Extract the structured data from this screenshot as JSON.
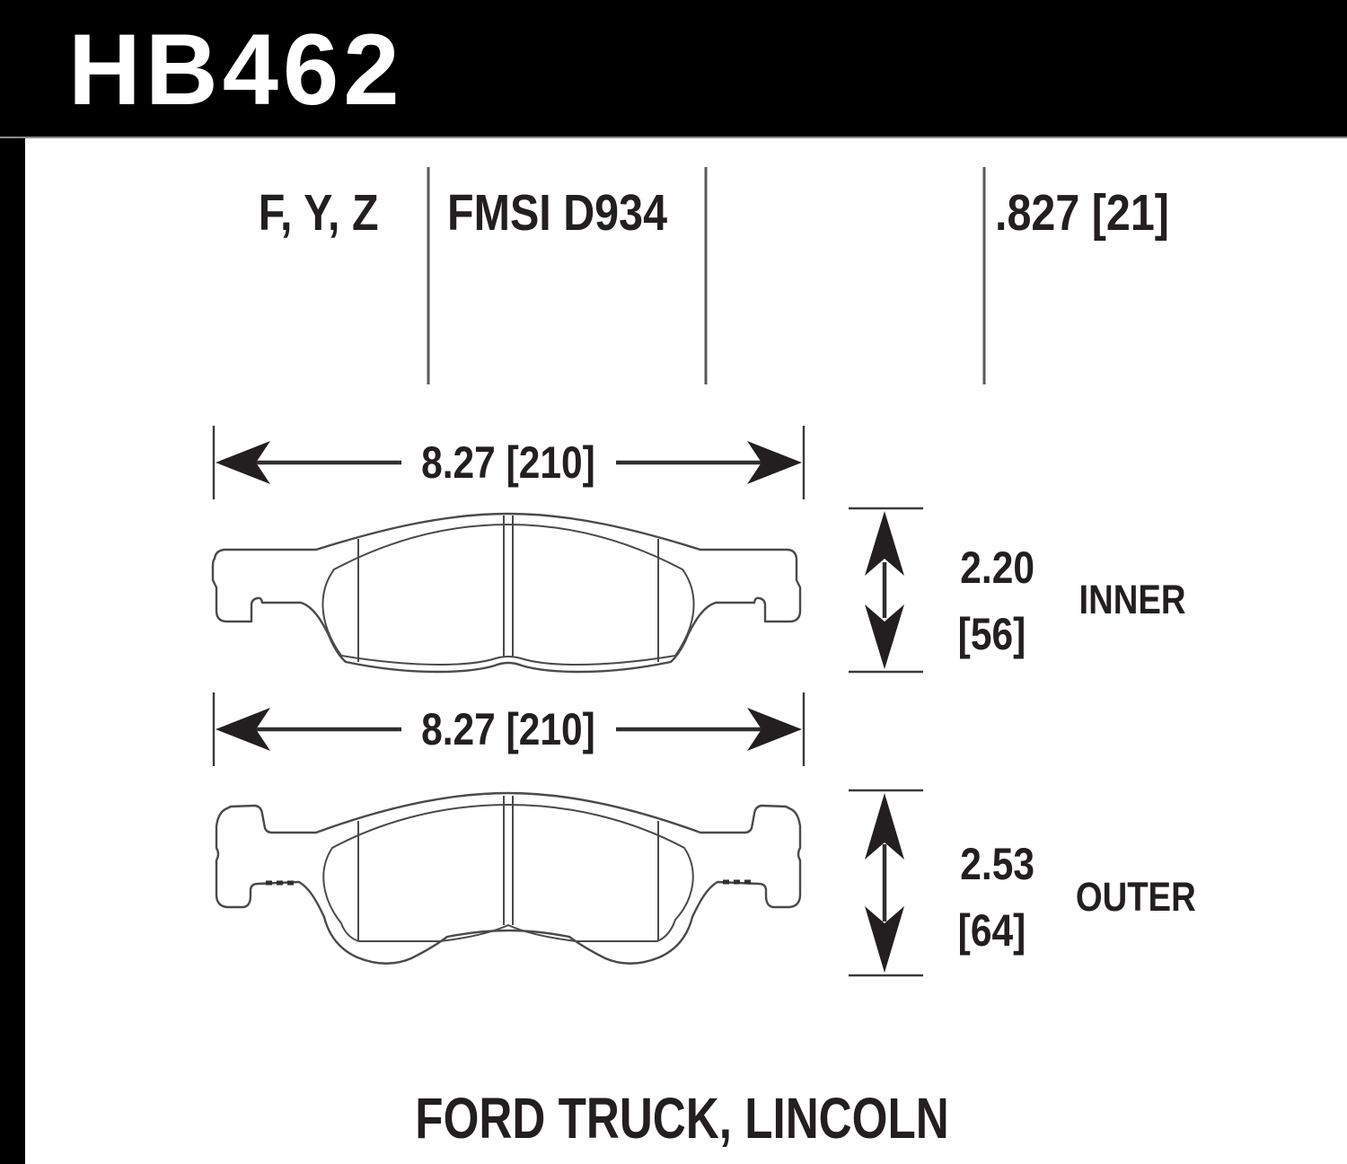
{
  "colors": {
    "banner_bg": "#000000",
    "text": "#231f20",
    "line": "#4a4a4a",
    "background": "#ffffff"
  },
  "banner": {
    "part_number": "HB462"
  },
  "specs": {
    "compounds": "F, Y, Z",
    "fmsi": "FMSI D934",
    "thickness": ".827 [21]"
  },
  "dimensions": {
    "inner_width": "8.27 [210]",
    "outer_width": "8.27 [210]",
    "inner_height_in": "2.20",
    "inner_height_mm": "[56]",
    "inner_label": "INNER",
    "outer_height_in": "2.53",
    "outer_height_mm": "[64]",
    "outer_label": "OUTER"
  },
  "footer": {
    "application": "FORD TRUCK, LINCOLN"
  }
}
